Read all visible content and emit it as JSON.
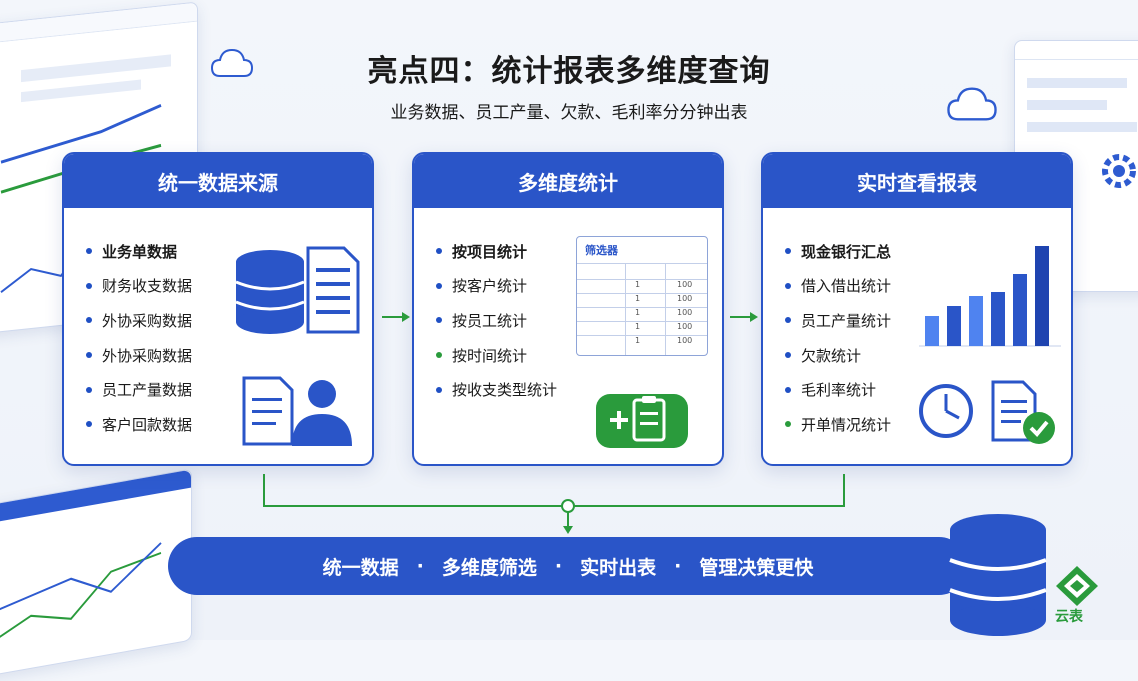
{
  "header": {
    "title": "亮点四：统计报表多维度查询",
    "subtitle": "业务数据、员工产量、欠款、毛利率分分钟出表"
  },
  "cards": [
    {
      "title": "统一数据来源",
      "items": [
        "业务单数据",
        "财务收支数据",
        "外协采购数据",
        "外协采购数据",
        "员工产量数据",
        "客户回款数据"
      ]
    },
    {
      "title": "多维度统计",
      "items": [
        "按项目统计",
        "按客户统计",
        "按员工统计",
        "按时间统计",
        "按收支类型统计"
      ],
      "filter_panel": {
        "title": "筛选器",
        "rows": [
          "100",
          "100",
          "100",
          "100",
          "100"
        ]
      }
    },
    {
      "title": "实时查看报表",
      "items": [
        "现金银行汇总",
        "借入借出统计",
        "员工产量统计",
        "欠款统计",
        "毛利率统计",
        "开单情况统计"
      ]
    }
  ],
  "summary": {
    "items": [
      "统一数据",
      "多维度筛选",
      "实时出表",
      "管理决策更快"
    ],
    "separator": "·"
  },
  "logo": {
    "text": "云表"
  },
  "colors": {
    "primary": "#2a55c8",
    "accent": "#2a9b3c",
    "background": "#eef2f9"
  },
  "icons": [
    "database-icon",
    "document-icon",
    "user-document-icon",
    "clipboard-add-icon",
    "bar-chart-icon",
    "clock-icon",
    "document-check-icon",
    "cloud-icon",
    "gear-icon"
  ]
}
